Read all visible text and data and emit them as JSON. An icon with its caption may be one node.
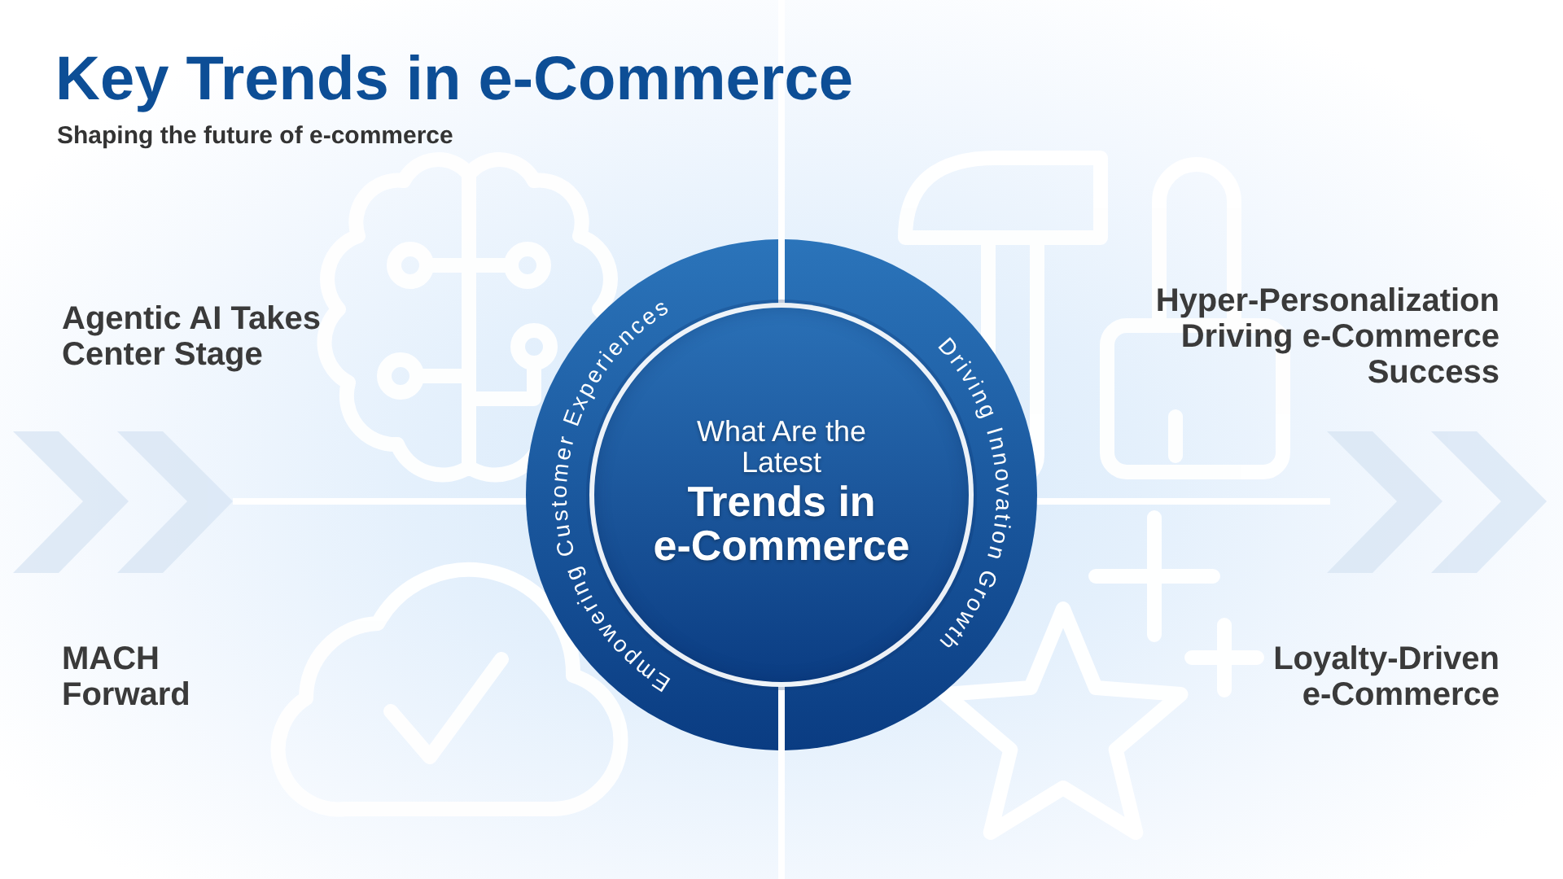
{
  "diagram": {
    "title": "Key Trends in e-Commerce",
    "nodes": [
      {
        "text": [
          "What Are the Latest",
          "Trends in e-Commerce"
        ]
      },
      {
        "text": [
          "Empowering Customer Experiences"
        ]
      },
      {
        "text": [
          "Driving Innovation Growth"
        ]
      }
    ],
    "labels": [
      "Shaping the future of e-commerce",
      "Agentic AI Takes Center Stage",
      "Hyper-Personalization Driving e-Commerce Success",
      "MACH Forward",
      "Loyalty-Driven e-Commerce"
    ]
  }
}
